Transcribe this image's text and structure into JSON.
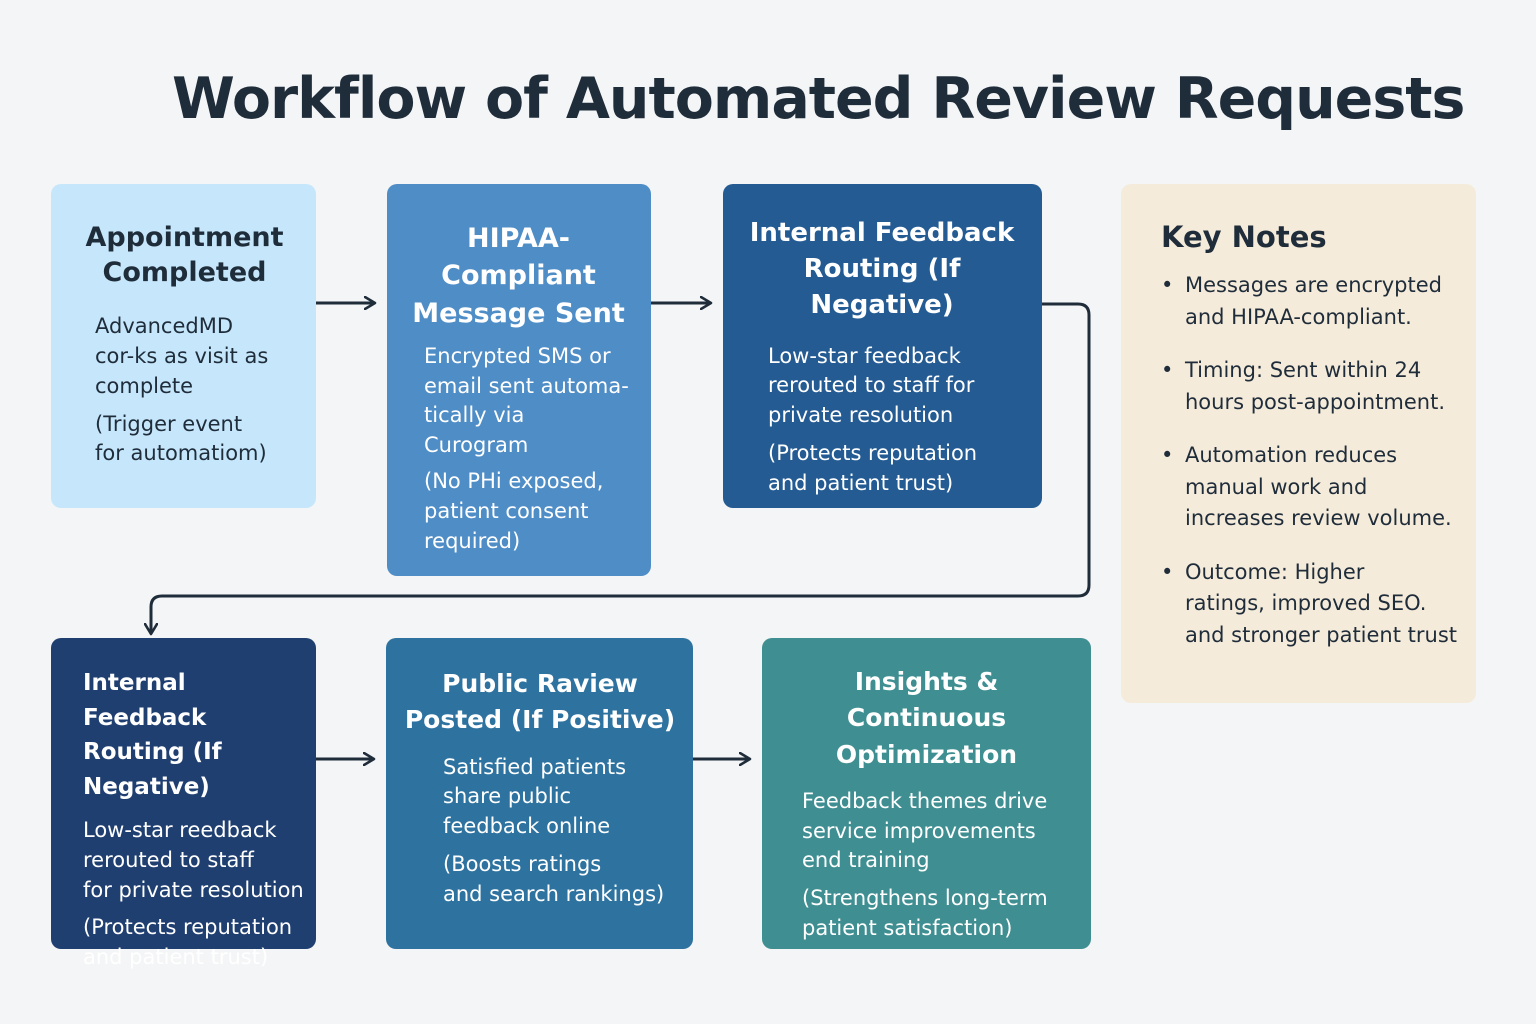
{
  "title": "Workflow of Automated Review Requests",
  "colors": {
    "background": "#f4f5f6",
    "text_dark": "#1f2c3a",
    "step1": "#c6e7fb",
    "step2": "#4f8dc6",
    "step3": "#245b93",
    "step4": "#203f71",
    "step5": "#2e73a0",
    "step6": "#3f8f92",
    "notes": "#f5ebda",
    "connector": "#1f2c3a"
  },
  "steps": [
    {
      "title_lines": [
        "Appointment",
        "Completed"
      ],
      "body_lines": [
        "AdvancedMD",
        "cor-ks as visit as",
        "complete"
      ],
      "note_lines": [
        "(Trigger event",
        "for automatiom)"
      ]
    },
    {
      "title_lines": [
        "HIPAA-",
        "Compliant",
        "Message Sent"
      ],
      "body_lines": [
        "Encrypted SMS or",
        "email sent automa-",
        "tically via Curogram"
      ],
      "note_lines": [
        "(No PHi exposed,",
        "patient consent",
        "required)"
      ]
    },
    {
      "title_lines": [
        "Internal Feedback",
        "Routing (If Negative)"
      ],
      "body_lines": [
        "Low-star feedback",
        "rerouted to staff for",
        "private resolution"
      ],
      "note_lines": [
        "(Protects reputation",
        "and patient trust)"
      ]
    },
    {
      "title_lines": [
        "Internal Feedback",
        "Routing (If Negative)"
      ],
      "body_lines": [
        "Low-star reedback",
        "rerouted to staff",
        "for private resolution"
      ],
      "note_lines": [
        "(Protects reputation",
        "and patient trust)"
      ]
    },
    {
      "title_lines": [
        "Public Raview",
        "Posted (If Positive)"
      ],
      "body_lines": [
        "Satisfied patients",
        "share public",
        "feedback online"
      ],
      "note_lines": [
        "(Boosts ratings",
        "and search rankings)"
      ]
    },
    {
      "title_lines": [
        "Insights & Continuous",
        "Optimization"
      ],
      "body_lines": [
        "Feedback themes drive",
        "service improvements",
        "end training"
      ],
      "note_lines": [
        "(Strengthens long-term",
        "patient satisfaction)"
      ]
    }
  ],
  "key_notes": {
    "title": "Key Notes",
    "bullet": "•",
    "items": [
      [
        "Messages are encrypted",
        "and HIPAA-compliant."
      ],
      [
        "Timing: Sent within 24",
        "hours post-appointment."
      ],
      [
        "Automation reduces",
        "manual work and",
        "increases review volume."
      ],
      [
        "Outcome: Higher",
        "ratings, improved SEO.",
        "and stronger patient trust"
      ]
    ]
  }
}
